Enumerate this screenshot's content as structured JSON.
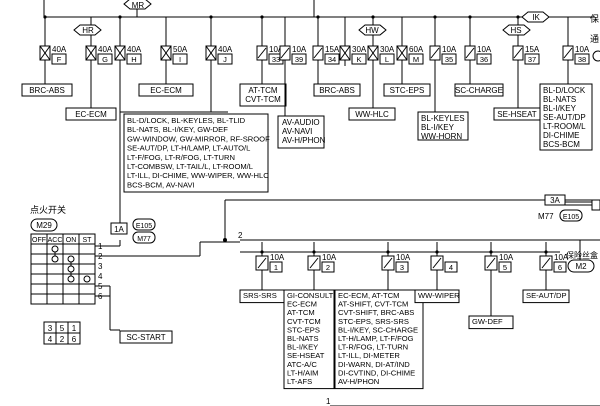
{
  "top_fuses": [
    {
      "amp": "40A",
      "code": "F",
      "type": "x",
      "dest": "BRC-ABS"
    },
    {
      "amp": "40A",
      "code": "G",
      "type": "x",
      "dest": "EC-ECM"
    },
    {
      "amp": "40A",
      "code": "H",
      "type": "x",
      "dest": ""
    },
    {
      "amp": "50A",
      "code": "I",
      "type": "x",
      "dest": "EC-ECM"
    },
    {
      "amp": "40A",
      "code": "J",
      "type": "x",
      "dest": ""
    },
    {
      "amp": "10A",
      "code": "33",
      "type": "s",
      "dest": "AT-TCM\nCVT-TCM"
    },
    {
      "amp": "10A",
      "code": "39",
      "type": "s",
      "dest": "AV-AUDIO\nAV-NAVI\nAV-H/PHON"
    },
    {
      "amp": "15A",
      "code": "34",
      "type": "s",
      "dest": "BRC-ABS"
    },
    {
      "amp": "30A",
      "code": "K",
      "type": "x",
      "dest": ""
    },
    {
      "amp": "30A",
      "code": "L",
      "type": "x",
      "dest": "WW-HLC"
    },
    {
      "amp": "60A",
      "code": "M",
      "type": "x",
      "dest": "STC-EPS"
    },
    {
      "amp": "10A",
      "code": "35",
      "type": "s",
      "dest": "BL-KEYLES\nBL-I/KEY\nWW-HORN"
    },
    {
      "amp": "10A",
      "code": "36",
      "type": "s",
      "dest": "SC-CHARGE"
    },
    {
      "amp": "15A",
      "code": "37",
      "type": "s",
      "dest": "SE-HSEAT"
    },
    {
      "amp": "10A",
      "code": "38",
      "type": "s",
      "dest": "BL-D/LOCK\nBL-NATS\nBL-I/KEY\nSE-AUT/DP\nLT-ROOM/L\nDI-CHIME\nBCS-BCM"
    }
  ],
  "top_circle_labels": [
    "MR",
    "HR",
    "HW",
    "IK",
    "HS"
  ],
  "big_list": "BL-D/LOCK, BL-KEYLES, BL-TLID\nBL-NATS, BL-I/KEY, GW-DEF\nGW-WINDOW, GW-MIRROR, RF-SROOF\nSE-AUT/DP, LT-H/LAMP, LT-AUTO/L\nLT-F/FOG, LT-R/FOG, LT-TURN\nLT-COMBSW, LT-TAIL/L, LT-ROOM/L\nLT-ILL, DI-CHIME,  WW-WIPER, WW-HLC\nBCS-BCM, AV-NAVI",
  "ignition": {
    "title": "点火开关",
    "connector": "M29",
    "headers": [
      "OFF",
      "ACC",
      "ON",
      "ST"
    ],
    "pins": [
      "1",
      "2",
      "3",
      "4",
      "5",
      "6"
    ],
    "pinout_top": [
      "3",
      "5",
      "1"
    ],
    "pinout_bottom": [
      "4",
      "2",
      "6"
    ],
    "connector_1A": "1A",
    "e105": "E105",
    "m77": "M77",
    "sc_start": "SC-START"
  },
  "bus_labels": {
    "line2": "2",
    "bottom1": "1"
  },
  "right_panel": {
    "conn_3a": "3A",
    "m77": "M77",
    "e105": "E105",
    "label": "保险丝盒",
    "connector": "M2"
  },
  "bottom_fuses": [
    {
      "amp": "10A",
      "code": "1",
      "dest": "SRS-SRS"
    },
    {
      "amp": "10A",
      "code": "2",
      "dest": "GI-CONSULT\nEC-ECM\nAT-TCM\nCVT-TCM\nSTC-EPS\nBL-NATS\nBL-I/KEY\nSE-HSEAT\nATC-A/C\nLT-H/AIM\nLT-AFS"
    },
    {
      "amp": "10A",
      "code": "3",
      "dest": "EC-ECM, AT-TCM\nAT-SHIFT, CVT-TCM\nCVT-SHIFT, BRC-ABS\nSTC-EPS, SRS-SRS\nBL-I/KEY, SC-CHARGE\nLT-H/LAMP, LT-F/FOG\nLT-R/FOG, LT-TURN\nLT-ILL, DI-METER\nDI-WARN, DI-AT/IND\nDI-CVTIND, DI-CHIME\nAV-H/PHON"
    },
    {
      "amp": "",
      "code": "4",
      "dest": "WW-WIPER"
    },
    {
      "amp": "10A",
      "code": "5",
      "dest": "GW-DEF"
    },
    {
      "amp": "10A",
      "code": "6",
      "dest": "SE-AUT/DP"
    }
  ],
  "edge_fragments": {
    "top_right_1": "保",
    "top_right_2": "通"
  }
}
